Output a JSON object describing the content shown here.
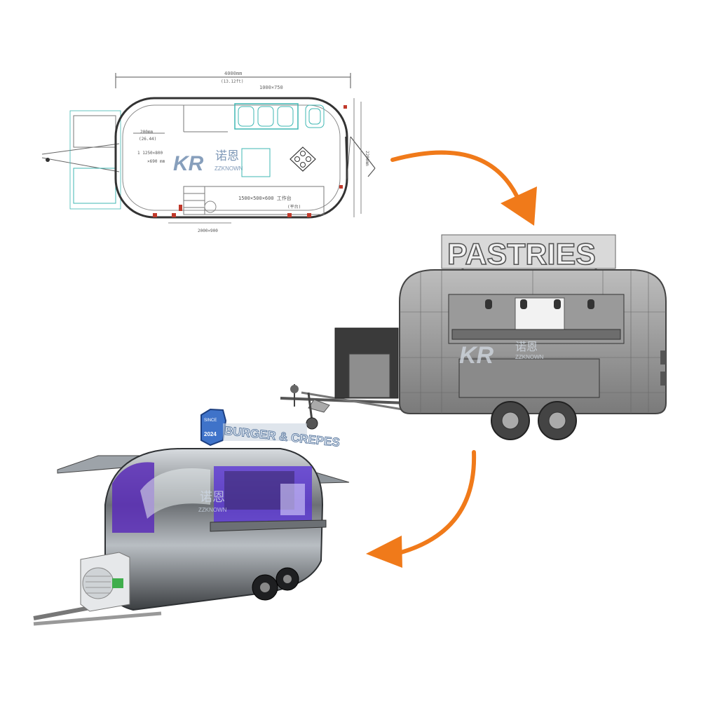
{
  "colors": {
    "arrow": "#f07a1a",
    "line": "#444444",
    "dim": "#666666",
    "sink": "#3fb7b3",
    "render_body": "#8a8a8a",
    "render_dark": "#555555",
    "steel": "#9aa0a6",
    "neon": "#6a3cff"
  },
  "blueprint": {
    "dim_total": "4000mm",
    "dim_total_sub": "(13.12ft)",
    "dim_sink": "1000×750",
    "dim_door": "200mm",
    "dim_door_sub": "(26.44)",
    "note_table": "1 1250×800",
    "note_table2": "×690 mm",
    "note_counter": "1500×500×600 工作台",
    "note_counter2": "(平台)",
    "dim_bottom": "2000×900",
    "dim_right": "2200mm",
    "logo": "KR",
    "brand_cn": "诺恩",
    "brand_en": "ZZKNOWN"
  },
  "render": {
    "sign": "PASTRIES",
    "logo": "KR",
    "brand_cn": "诺恩",
    "brand_en": "ZZKNOWN"
  },
  "photo": {
    "sign": "BURGER & CREPES",
    "badge_top": "SINCE",
    "badge_num": "2024",
    "brand_cn": "诺恩",
    "brand_en": "ZZKNOWN"
  },
  "icons": [
    "curved-arrow-icon",
    "curved-arrow-icon"
  ]
}
